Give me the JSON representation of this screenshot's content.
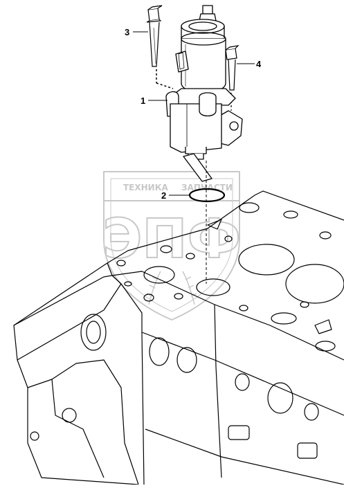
{
  "callouts": {
    "one": "1",
    "two": "2",
    "three": "3",
    "four": "4"
  },
  "watermark": {
    "top_left": "ТЕХНИКА",
    "top_right": "ЗАПЧАСТИ",
    "logo": "ЭПФ"
  },
  "colors": {
    "line": "#000000",
    "watermark": "#c8c8c8",
    "background": "#ffffff"
  }
}
